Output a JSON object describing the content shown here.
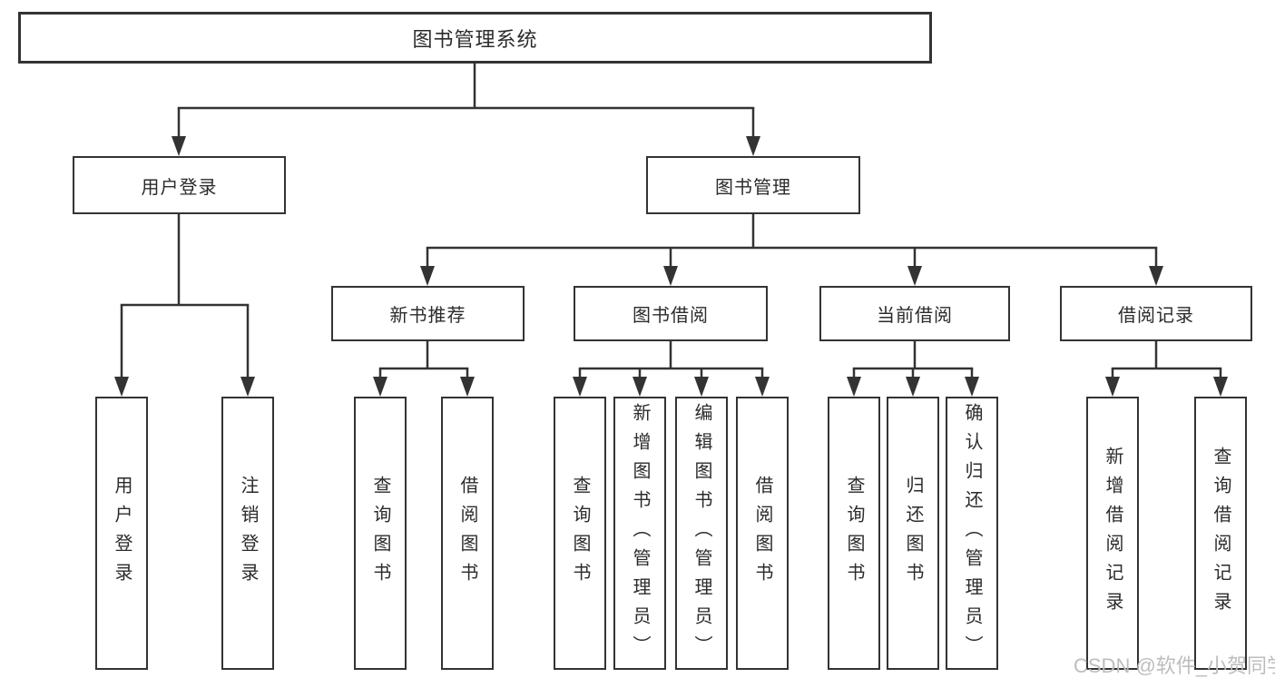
{
  "diagram": {
    "watermark": "CSDN @软件_小贺同学",
    "colors": {
      "line": "#333333",
      "box_border": "#333333",
      "text": "#2b2b2b",
      "background": "#ffffff",
      "watermark": "#bdbdbd"
    },
    "tree": {
      "label": "图书管理系统",
      "children": [
        {
          "label": "用户登录",
          "children": [
            {
              "label": "用户登录"
            },
            {
              "label": "注销登录"
            }
          ]
        },
        {
          "label": "图书管理",
          "children": [
            {
              "label": "新书推荐",
              "children": [
                {
                  "label": "查询图书"
                },
                {
                  "label": "借阅图书"
                }
              ]
            },
            {
              "label": "图书借阅",
              "children": [
                {
                  "label": "查询图书"
                },
                {
                  "label": "新增图书（管理员）"
                },
                {
                  "label": "编辑图书（管理员）"
                },
                {
                  "label": "借阅图书"
                }
              ]
            },
            {
              "label": "当前借阅",
              "children": [
                {
                  "label": "查询图书"
                },
                {
                  "label": "归还图书"
                },
                {
                  "label": "确认归还（管理员）"
                }
              ]
            },
            {
              "label": "借阅记录",
              "children": [
                {
                  "label": "新增借阅记录"
                },
                {
                  "label": "查询借阅记录"
                }
              ]
            }
          ]
        }
      ]
    }
  }
}
